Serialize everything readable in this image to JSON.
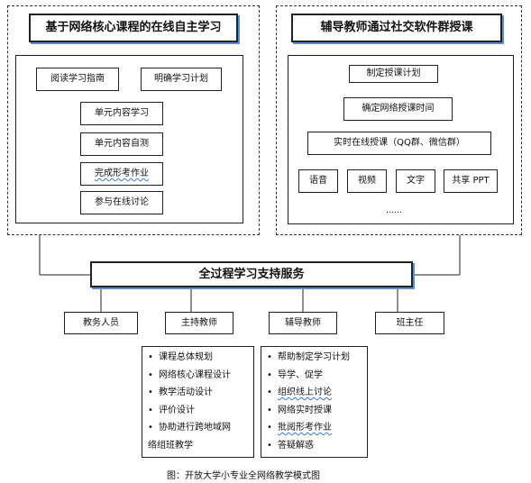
{
  "left_panel": {
    "title": "基于网络核心课程的在线自主学习",
    "items": {
      "read_guide": "阅读学习指南",
      "plan": "明确学习计划",
      "unit_learn": "单元内容学习",
      "unit_test": "单元内容自测",
      "homework": "完成形考作业",
      "discussion": "参与在线讨论"
    }
  },
  "right_panel": {
    "title": "辅导教师通过社交软件群授课",
    "items": {
      "make_plan": "制定授课计划",
      "set_time": "确定网络授课时间",
      "realtime": "实时在线授课（QQ群、微信群）",
      "voice": "语音",
      "video": "视频",
      "text": "文字",
      "ppt": "共享 PPT",
      "more": "……"
    }
  },
  "support": {
    "title": "全过程学习支持服务",
    "roles": {
      "admin": "教务人员",
      "host": "主持教师",
      "tutor": "辅导教师",
      "class_teacher": "班主任"
    },
    "host_duties": [
      "课程总体规划",
      "网络核心课程设计",
      "教学活动设计",
      "评价设计",
      "协助进行跨地域网"
    ],
    "host_duties_tail": "络组班教学",
    "tutor_duties": [
      "帮助制定学习计划",
      "导学、促学",
      "组织线上讨论",
      "网络实时授课",
      "批阅形考作业",
      "答疑解惑"
    ]
  },
  "caption": "图：开放大学小专业全网络教学模式图",
  "colors": {
    "shadow": "#5a8fd0",
    "wavy": "#3a7ad8"
  }
}
